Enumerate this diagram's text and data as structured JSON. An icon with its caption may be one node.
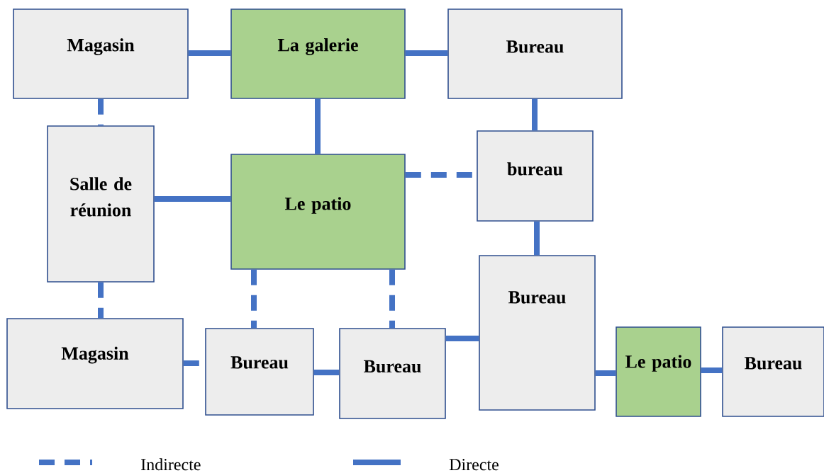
{
  "diagram": {
    "nodes": [
      {
        "text": [
          "Magasin"
        ]
      },
      {
        "text": [
          "La galerie"
        ]
      },
      {
        "text": [
          "Bureau"
        ]
      },
      {
        "text": [
          "Salle de réunion"
        ]
      },
      {
        "text": [
          "Le patio"
        ]
      },
      {
        "text": [
          "bureau"
        ]
      },
      {
        "text": [
          "Bureau"
        ]
      },
      {
        "text": [
          "Magasin"
        ]
      },
      {
        "text": [
          "Bureau"
        ]
      },
      {
        "text": [
          "Bureau"
        ]
      },
      {
        "text": [
          "Le patio"
        ]
      },
      {
        "text": [
          "Bureau"
        ]
      }
    ],
    "edges": [
      {
        "from": 0,
        "to": 1,
        "arrow": "none"
      },
      {
        "from": 1,
        "to": 2,
        "arrow": "none"
      },
      {
        "from": 0,
        "to": 3,
        "arrow": "none",
        "style": "dashed"
      },
      {
        "from": 1,
        "to": 4,
        "arrow": "none"
      },
      {
        "from": 2,
        "to": 5,
        "arrow": "none"
      },
      {
        "from": 3,
        "to": 4,
        "arrow": "none"
      },
      {
        "from": 4,
        "to": 5,
        "arrow": "none",
        "style": "dashed"
      },
      {
        "from": 5,
        "to": 6,
        "arrow": "none"
      },
      {
        "from": 3,
        "to": 7,
        "arrow": "none",
        "style": "dashed"
      },
      {
        "from": 4,
        "to": 8,
        "arrow": "none",
        "style": "dashed"
      },
      {
        "from": 4,
        "to": 9,
        "arrow": "none",
        "style": "dashed"
      },
      {
        "from": 7,
        "to": 8,
        "arrow": "none",
        "style": "dashed"
      },
      {
        "from": 8,
        "to": 9,
        "arrow": "none"
      },
      {
        "from": 9,
        "to": 6,
        "arrow": "none"
      },
      {
        "from": 6,
        "to": 10,
        "arrow": "none"
      },
      {
        "from": 10,
        "to": 11,
        "arrow": "none"
      }
    ],
    "legend": [
      {
        "text": "Indirecte"
      },
      {
        "text": "Directe"
      }
    ]
  }
}
